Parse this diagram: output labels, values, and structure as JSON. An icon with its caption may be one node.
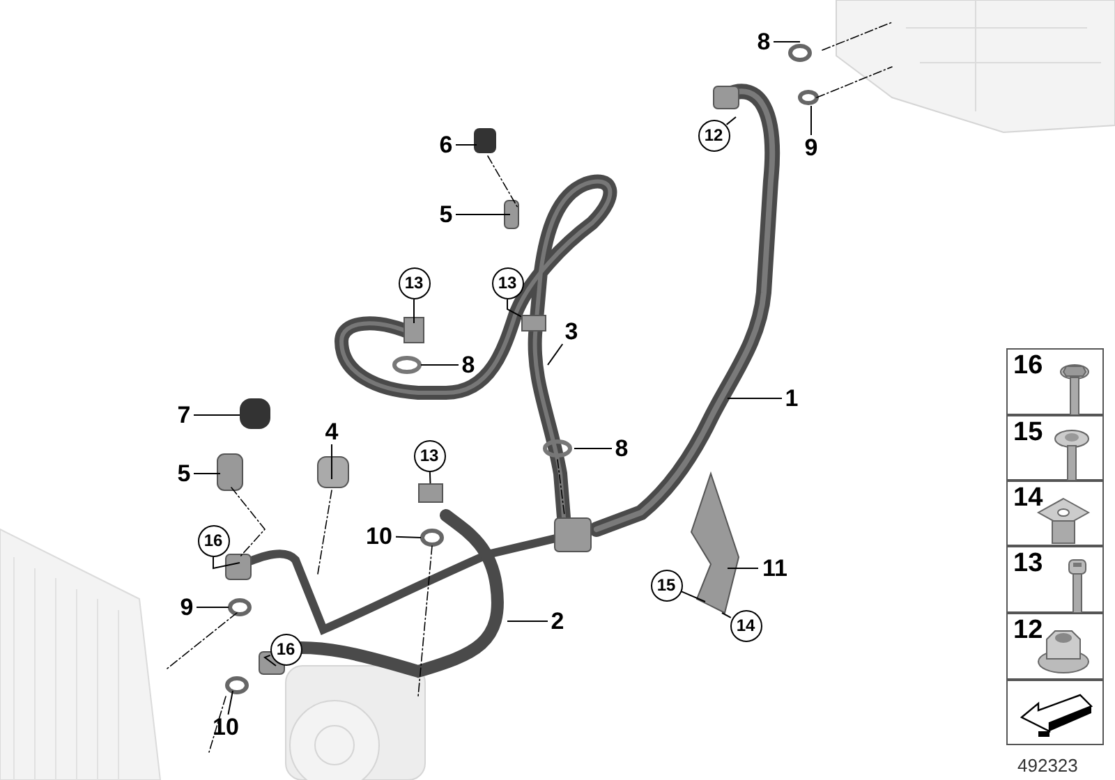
{
  "diagram": {
    "nodes": [
      {
        "text": [
          "8"
        ]
      },
      {
        "text": [
          "12"
        ]
      },
      {
        "text": [
          "9"
        ]
      },
      {
        "text": [
          "6"
        ]
      },
      {
        "text": [
          "5"
        ]
      },
      {
        "text": [
          "13"
        ]
      },
      {
        "text": [
          "13"
        ]
      },
      {
        "text": [
          "3"
        ]
      },
      {
        "text": [
          "8"
        ]
      },
      {
        "text": [
          "1"
        ]
      },
      {
        "text": [
          "7"
        ]
      },
      {
        "text": [
          "4"
        ]
      },
      {
        "text": [
          "8"
        ]
      },
      {
        "text": [
          "5"
        ]
      },
      {
        "text": [
          "13"
        ]
      },
      {
        "text": [
          "10"
        ]
      },
      {
        "text": [
          "16"
        ]
      },
      {
        "text": [
          "11"
        ]
      },
      {
        "text": [
          "15"
        ]
      },
      {
        "text": [
          "9"
        ]
      },
      {
        "text": [
          "2"
        ]
      },
      {
        "text": [
          "16"
        ]
      },
      {
        "text": [
          "14"
        ]
      },
      {
        "text": [
          "10"
        ]
      },
      {
        "text": [
          "16"
        ]
      },
      {
        "text": [
          "15"
        ]
      },
      {
        "text": [
          "14"
        ]
      },
      {
        "text": [
          "13"
        ]
      },
      {
        "text": [
          "12"
        ]
      },
      {
        "text": [],
        "shape": "box"
      },
      {
        "text": [],
        "shape": "box"
      },
      {
        "text": [],
        "shape": "box"
      }
    ],
    "edges": [
      {
        "from": 0,
        "to": null,
        "arrow": "none"
      },
      {
        "from": 1,
        "to": null,
        "arrow": "none"
      },
      {
        "from": 2,
        "to": null,
        "arrow": "none"
      },
      {
        "from": 3,
        "to": null,
        "arrow": "none"
      },
      {
        "from": 4,
        "to": null,
        "arrow": "none"
      },
      {
        "from": 5,
        "to": null,
        "arrow": "none"
      },
      {
        "from": 6,
        "to": 30,
        "arrow": "none"
      },
      {
        "from": 7,
        "to": null,
        "arrow": "none"
      },
      {
        "from": 8,
        "to": null,
        "arrow": "none"
      },
      {
        "from": 9,
        "to": null,
        "arrow": "none"
      },
      {
        "from": 10,
        "to": null,
        "arrow": "none"
      },
      {
        "from": 11,
        "to": null,
        "arrow": "none"
      },
      {
        "from": 12,
        "to": null,
        "arrow": "none"
      },
      {
        "from": 13,
        "to": null,
        "arrow": "none"
      },
      {
        "from": 14,
        "to": 31,
        "arrow": "none"
      },
      {
        "from": 15,
        "to": null,
        "arrow": "none"
      },
      {
        "from": 16,
        "to": null,
        "arrow": "none"
      },
      {
        "from": 17,
        "to": null,
        "arrow": "none"
      },
      {
        "from": 18,
        "to": null,
        "arrow": "none"
      },
      {
        "from": 19,
        "to": null,
        "arrow": "none"
      },
      {
        "from": 20,
        "to": null,
        "arrow": "none"
      },
      {
        "from": 21,
        "to": null,
        "arrow": "none"
      },
      {
        "from": 22,
        "to": null,
        "arrow": "none"
      },
      {
        "from": 23,
        "to": null,
        "arrow": "none"
      }
    ],
    "labels": [
      "492323"
    ]
  }
}
